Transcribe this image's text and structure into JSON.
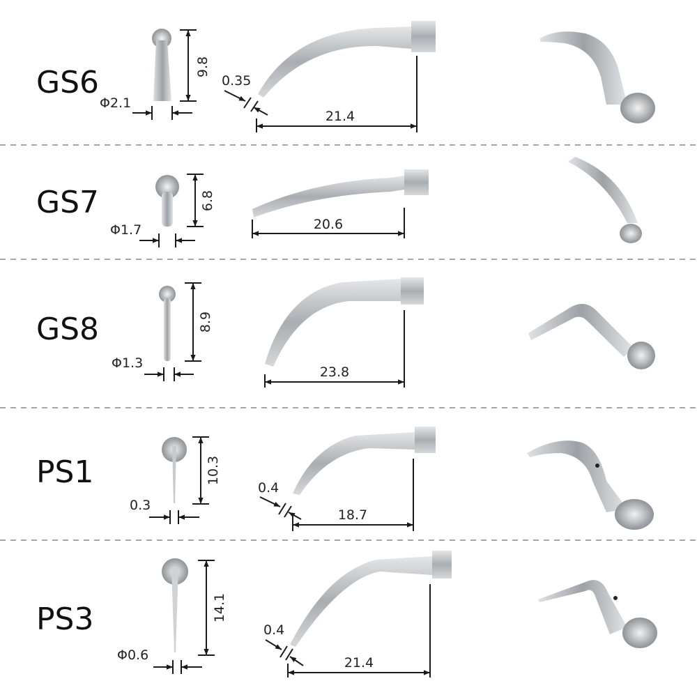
{
  "title": "Scaler tip dimensions",
  "tips": [
    {
      "name": "GS6",
      "length": "9.8",
      "diameter": "Φ2.1",
      "tip_width": "0.35",
      "reach": "21.4"
    },
    {
      "name": "GS7",
      "length": "6.8",
      "diameter": "Φ1.7",
      "reach": "20.6"
    },
    {
      "name": "GS8",
      "length": "8.9",
      "diameter": "Φ1.3",
      "reach": "23.8"
    },
    {
      "name": "PS1",
      "length": "10.3",
      "diameter": "0.3",
      "tip_width": "0.4",
      "reach": "18.7"
    },
    {
      "name": "PS3",
      "length": "14.1",
      "diameter": "Φ0.6",
      "tip_width": "0.4",
      "reach": "21.4"
    }
  ],
  "colors": {
    "metal": "#b8bcc0",
    "line": "#1a1a1a",
    "separator": "#888888"
  }
}
